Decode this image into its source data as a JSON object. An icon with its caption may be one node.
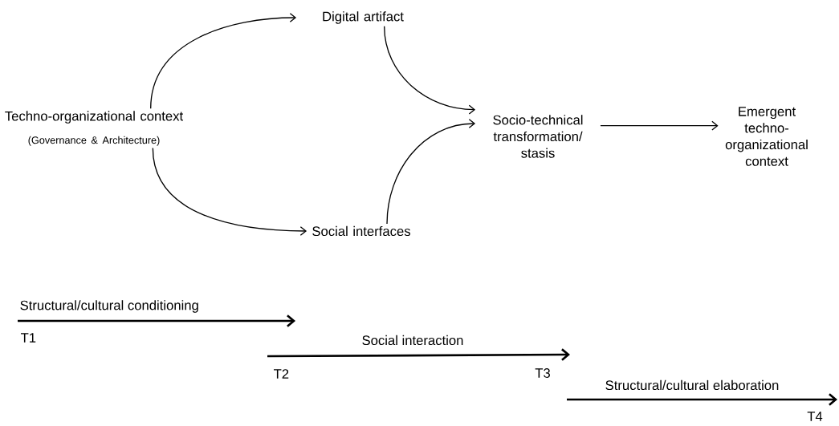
{
  "diagram": {
    "nodes": [
      {
        "text": [
          "Techno-organizational context",
          "(Governance & Architecture)"
        ]
      },
      {
        "text": [
          "Digital artifact"
        ]
      },
      {
        "text": [
          "Social interfaces"
        ]
      },
      {
        "text": [
          "Socio-technical transformation/ stasis"
        ]
      },
      {
        "text": [
          "Emergent techno-organizational context"
        ]
      }
    ],
    "edges": [
      {
        "from": 0,
        "to": 1,
        "arrow": "to"
      },
      {
        "from": 0,
        "to": 2,
        "arrow": "to"
      },
      {
        "from": 1,
        "to": 3,
        "arrow": "to"
      },
      {
        "from": 2,
        "to": 3,
        "arrow": "to"
      },
      {
        "from": 3,
        "to": 4,
        "arrow": "to"
      }
    ],
    "labels": [
      "Structural/cultural conditioning",
      "T1",
      "Social interaction",
      "T2",
      "T3",
      "Structural/cultural elaboration",
      "T4"
    ]
  }
}
